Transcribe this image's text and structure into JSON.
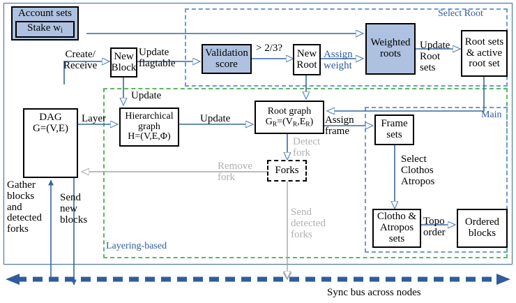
{
  "diagram": {
    "title": "Lachesis consensus architecture block diagram",
    "colors": {
      "box_fill": "#aec1e0",
      "box_border": "#000000",
      "edge_blue": "#35679e",
      "edge_gray": "#a6a6a6",
      "region_blue": "#6b9bd2",
      "region_green": "#5cb85c",
      "label_blue": "#2f5c9e",
      "label_gray": "#b0b0b0",
      "bus_blue": "#2f5c9e"
    }
  },
  "regions": [
    {
      "key": "select_root",
      "label": "Select Root",
      "style": "blue-dashed"
    },
    {
      "key": "main",
      "label": "Main",
      "style": "blue-dashed"
    },
    {
      "key": "layering",
      "label": "Layering-based",
      "style": "green-dashed"
    },
    {
      "key": "node_boundary",
      "label": "",
      "style": "blue-solid"
    }
  ],
  "nodes": {
    "account_sets": {
      "label": "Account sets",
      "filled": true
    },
    "stake": {
      "label_pre": "Stake w",
      "label_sub": "i",
      "filled": true
    },
    "new_block": {
      "line1": "New",
      "line2": "Block",
      "filled": false
    },
    "validation_score": {
      "line1": "Validation",
      "line2": "score",
      "filled": true
    },
    "new_root": {
      "line1": "New",
      "line2": "Root",
      "filled": false
    },
    "weighted_roots": {
      "line1": "Weighted",
      "line2": "roots",
      "filled": true
    },
    "root_sets": {
      "line1": "Root sets",
      "line2": "& active",
      "line3": "root set",
      "filled": false
    },
    "dag": {
      "line1": "DAG",
      "line2": "G=(V,E)",
      "filled": false
    },
    "hierarchical_graph": {
      "line1": "Hierarchical",
      "line2": "graph",
      "line3_pre": "H=(V,E,Φ)",
      "filled": false
    },
    "root_graph": {
      "line1": "Root graph",
      "line2_pre": "G",
      "line2_sub1": "R",
      "line2_mid": "=(V",
      "line2_sub2": "R",
      "line2_mid2": ",E",
      "line2_sub3": "R",
      "line2_end": ")",
      "filled": false
    },
    "forks": {
      "label": "Forks",
      "dashed": true
    },
    "frame_sets": {
      "line1": "Frame",
      "line2": "sets",
      "filled": false
    },
    "clotho_atropos_sets": {
      "line1": "Clotho &",
      "line2": "Atropos",
      "line3": "sets",
      "filled": false
    },
    "ordered_blocks": {
      "line1": "Ordered",
      "line2": "blocks",
      "filled": false
    }
  },
  "edge_labels": {
    "create_receive": "Create/\nReceive",
    "update_flagtable": "Update\nflagtable",
    "two_thirds": "> 2/3?",
    "assign_weight": "Assign\nweight",
    "update_root_sets": "Update\nRoot\nsets",
    "layer": "Layer",
    "update_hier": "Update",
    "update_rootgraph": "Update",
    "assign_frame": "Assign\nframe",
    "detect_fork": "Detect\nfork",
    "remove_fork": "Remove\nfork",
    "select_clothos_atropos": "Select\nClothos\nAtropos",
    "topo_order": "Topo\norder",
    "gather_blocks": "Gather\nblocks\nand\ndetected\nforks",
    "send_new_blocks": "Send\nnew\nblocks",
    "send_detected_forks": "Send\ndetected\nforks"
  },
  "footer": {
    "sync_bus": "Sync bus across nodes"
  }
}
